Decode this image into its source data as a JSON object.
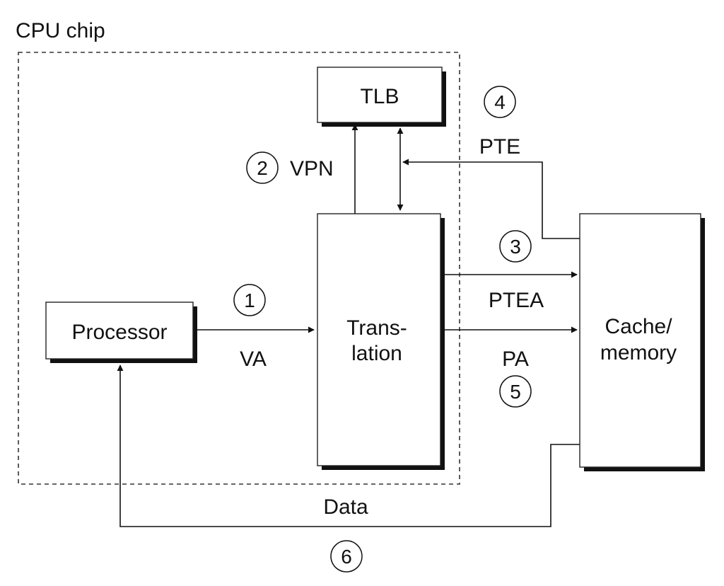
{
  "diagram": {
    "chip_label": "CPU chip",
    "nodes": {
      "tlb": "TLB",
      "processor": "Processor",
      "translation_line1": "Trans-",
      "translation_line2": "lation",
      "cache_line1": "Cache/",
      "cache_line2": "memory"
    },
    "edge_labels": {
      "va": "VA",
      "vpn": "VPN",
      "pte": "PTE",
      "ptea": "PTEA",
      "pa": "PA",
      "data": "Data"
    },
    "steps": [
      "1",
      "2",
      "3",
      "4",
      "5",
      "6"
    ]
  }
}
